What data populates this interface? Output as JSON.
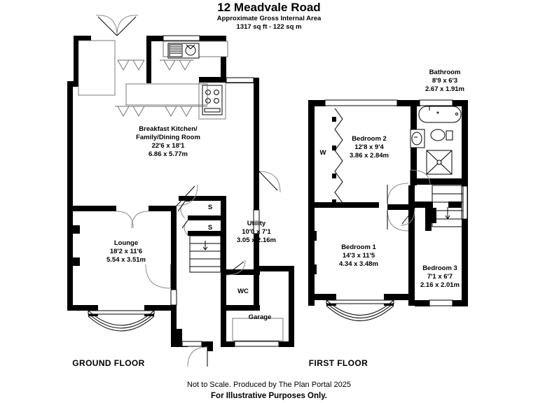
{
  "header": {
    "title": "12 Meadvale Road",
    "subtitle_1": "Approximate Gross Internal Area",
    "subtitle_2": "1317 sq ft - 122 sq m"
  },
  "floors": [
    {
      "key": "ground",
      "label": "GROUND FLOOR"
    },
    {
      "key": "first",
      "label": "FIRST FLOOR"
    }
  ],
  "rooms": {
    "kitchen": {
      "name_line_1": "Breakfast Kitchen/",
      "name_line_2": "Family/Dining Room",
      "dim_imperial": "22'6 x 18'1",
      "dim_metric": "6.86 x 5.77m"
    },
    "lounge": {
      "name": "Lounge",
      "dim_imperial": "18'2 x 11'6",
      "dim_metric": "5.54 x 3.51m"
    },
    "utility": {
      "name": "Utility",
      "dim_imperial": "10'0 x 7'1",
      "dim_metric": "3.05 x 2.16m"
    },
    "wc": {
      "name": "WC"
    },
    "garage": {
      "name": "Garage"
    },
    "store_1": {
      "name": "S"
    },
    "store_2": {
      "name": "S"
    },
    "bathroom": {
      "name": "Bathroom",
      "dim_imperial": "8'9 x 6'3",
      "dim_metric": "2.67 x 1.91m"
    },
    "bedroom_2": {
      "name": "Bedroom 2",
      "dim_imperial": "12'8 x 9'4",
      "dim_metric": "3.86 x 2.84m"
    },
    "bedroom_1": {
      "name": "Bedroom 1",
      "dim_imperial": "14'3 x 11'5",
      "dim_metric": "4.34 x 3.48m"
    },
    "bedroom_3": {
      "name": "Bedroom 3",
      "dim_imperial": "7'1 x 6'7",
      "dim_metric": "2.16 x 2.01m"
    },
    "wardrobe": {
      "name": "W"
    }
  },
  "footer": {
    "line_1": "Not to Scale. Produced by The Plan Portal 2025",
    "line_2": "For Illustrative Purposes Only."
  },
  "colors": {
    "wall": "#000000",
    "background": "#ffffff",
    "fixture_stroke": "#000000",
    "door_swing": "#8a8a8a"
  }
}
